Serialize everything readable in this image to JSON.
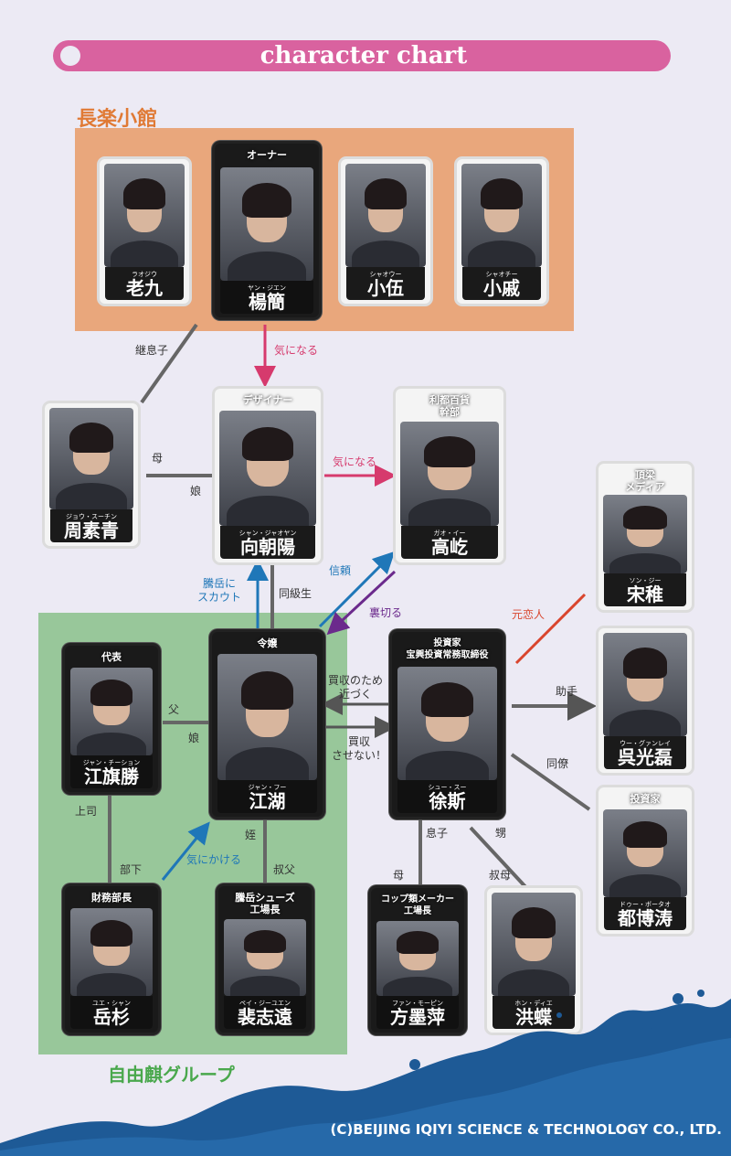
{
  "title": "character chart",
  "groups": {
    "changle": "長楽小館",
    "ziyou": "自由麒グループ"
  },
  "copyright": "(C)BEIJING IQIYI SCIENCE & TECHNOLOGY CO., LTD.",
  "characters": {
    "laojiu": {
      "role": "",
      "ruby": "ラオジウ",
      "name": "老九"
    },
    "yangjian": {
      "role": "オーナー",
      "ruby": "ヤン・ジエン",
      "name": "楊簡"
    },
    "xiaowu": {
      "role": "",
      "ruby": "シャオウー",
      "name": "小伍"
    },
    "xiaoqi": {
      "role": "",
      "ruby": "シャオチー",
      "name": "小戚"
    },
    "zhousuqing": {
      "role": "",
      "ruby": "ジョウ・スーチン",
      "name": "周素青"
    },
    "xiangzhaoyang": {
      "role": "デザイナー",
      "ruby": "シャン・ジャオヤン",
      "name": "向朝陽"
    },
    "gaoyi": {
      "role": "利都百貨\n幹部",
      "ruby": "ガオ・イー",
      "name": "高屹"
    },
    "songzhi": {
      "role": "頂梁\nメディア",
      "ruby": "ソン・ジー",
      "name": "宋稚"
    },
    "jiangqisheng": {
      "role": "代表",
      "ruby": "ジャン・チーション",
      "name": "江旗勝"
    },
    "jianghu": {
      "role": "令嬢",
      "ruby": "ジャン・フー",
      "name": "江湖"
    },
    "xusi": {
      "role": "投資家\n宝興投資常務取締役",
      "ruby": "シュー・スー",
      "name": "徐斯"
    },
    "wuguanglei": {
      "role": "",
      "ruby": "ウー・グァンレイ",
      "name": "呉光磊"
    },
    "dubotao": {
      "role": "投資家",
      "ruby": "ドゥー・ボータオ",
      "name": "都博涛"
    },
    "yueshan": {
      "role": "財務部長",
      "ruby": "ユエ・シャン",
      "name": "岳杉"
    },
    "peizhiyuan": {
      "role": "騰岳シューズ\n工場長",
      "ruby": "ペイ・ジーユエン",
      "name": "裴志遠"
    },
    "fangmoping": {
      "role": "コップ類メーカー\n工場長",
      "ruby": "ファン・モーピン",
      "name": "方墨萍"
    },
    "hongdie": {
      "role": "",
      "ruby": "ホン・ディエ",
      "name": "洪蝶"
    }
  },
  "relations": {
    "stepson": "継息子",
    "kininaru1": "気になる",
    "mother": "母",
    "daughter1": "娘",
    "kininaru2": "気になる",
    "scout": "騰岳に\nスカウト",
    "classmate": "同級生",
    "trust": "信頼",
    "betray": "裏切る",
    "ex": "元恋人",
    "father": "父",
    "daughter2": "娘",
    "approach": "買収のため\n近づく",
    "noacquire": "買収\nさせない！",
    "assistant": "助手",
    "colleague": "同僚",
    "boss": "上司",
    "subordinate": "部下",
    "kinikakeru": "気にかける",
    "niece": "姪",
    "uncle": "叔父",
    "son": "息子",
    "nephew": "甥",
    "mother2": "母",
    "aunt": "叔母"
  },
  "colors": {
    "pink": "#d9629f",
    "orange": "#e9a77c",
    "green": "#98c79a",
    "arrow_pink": "#d63a6d",
    "arrow_blue": "#1f77b8",
    "arrow_purple": "#6b2a8c",
    "wave": "#1e5a96"
  }
}
